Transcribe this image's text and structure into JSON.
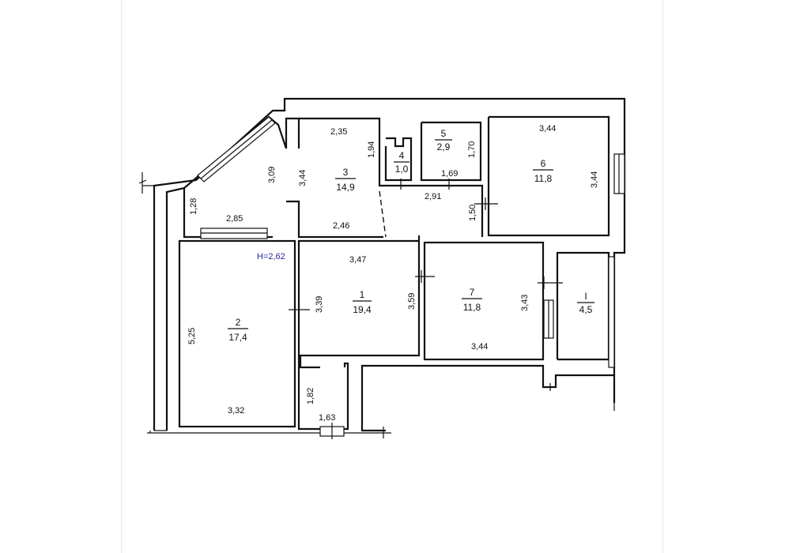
{
  "plan": {
    "height_note": "H=2,62",
    "rooms": [
      {
        "id": "1",
        "area": "19,4"
      },
      {
        "id": "2",
        "area": "17,4"
      },
      {
        "id": "3",
        "area": "14,9"
      },
      {
        "id": "4",
        "area": "1,0"
      },
      {
        "id": "5",
        "area": "2,9"
      },
      {
        "id": "6",
        "area": "11,8"
      },
      {
        "id": "7",
        "area": "11,8"
      },
      {
        "id": "I",
        "area": "4,5"
      }
    ],
    "dimensions": [
      "2,35",
      "1,94",
      "3,09",
      "3,44",
      "2,85",
      "1,28",
      "2,46",
      "3,44",
      "3,44",
      "1,70",
      "1,69",
      "2,91",
      "1,50",
      "3,47",
      "3,39",
      "3,59",
      "3,43",
      "3,44",
      "5,25",
      "3,32",
      "1,82",
      "1,63"
    ]
  }
}
